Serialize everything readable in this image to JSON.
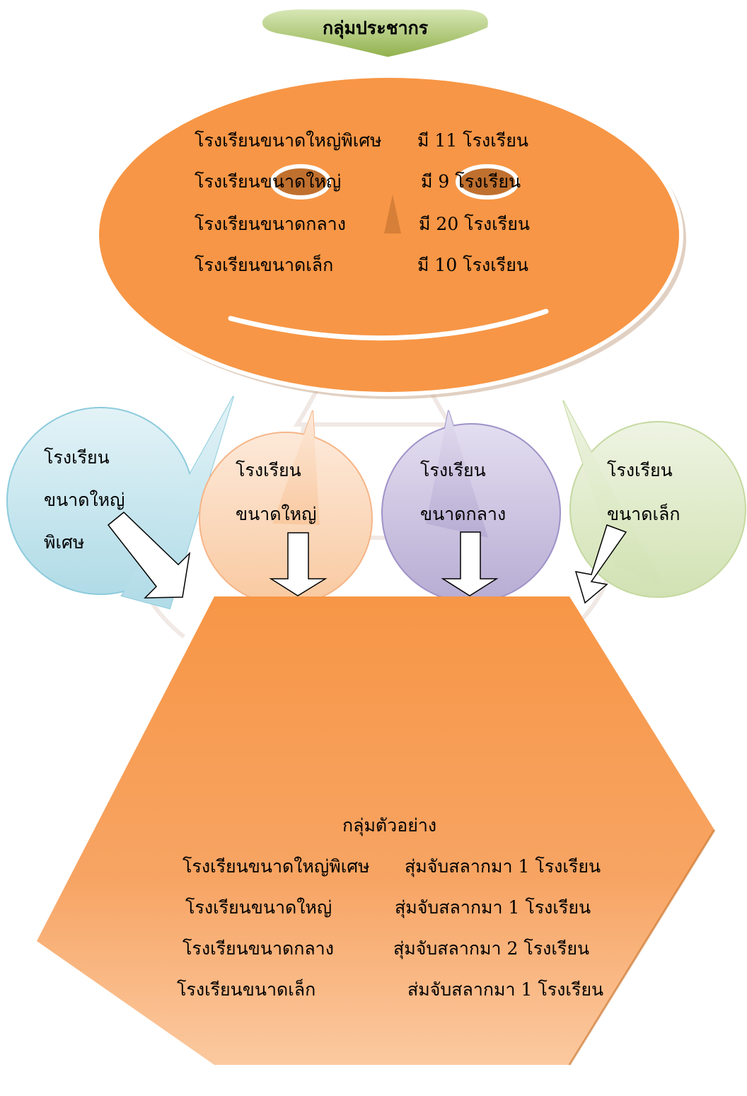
{
  "population": {
    "title": "กลุ่มประชากร",
    "rows": [
      {
        "name": "โรงเรียนขนาดใหญ่พิเศษ",
        "count": "มี 11 โรงเรียน"
      },
      {
        "name": "โรงเรียนขนาดใหญ่",
        "count": "มี  9 โรงเรียน"
      },
      {
        "name": "โรงเรียนขนาดกลาง",
        "count": "มี 20 โรงเรียน"
      },
      {
        "name": "โรงเรียนขนาดเล็ก",
        "count": "มี 10  โรงเรียน"
      }
    ]
  },
  "groups": [
    {
      "lines": [
        "โรงเรียน",
        "ขนาดใหญ่",
        "พิเศษ"
      ],
      "color": "#bde3ec"
    },
    {
      "lines": [
        "โรงเรียน",
        "ขนาดใหญ่"
      ],
      "color": "#fad5b5"
    },
    {
      "lines": [
        "โรงเรียน",
        "ขนาดกลาง"
      ],
      "color": "#c7bfdc"
    },
    {
      "lines": [
        "โรงเรียน",
        "ขนาดเล็ก"
      ],
      "color": "#dde9c5"
    }
  ],
  "sample": {
    "title": "กลุ่มตัวอย่าง",
    "rows": [
      {
        "name": "โรงเรียนขนาดใหญ่พิเศษ",
        "method": "สุ่มจับสลากมา 1 โรงเรียน"
      },
      {
        "name": "โรงเรียนขนาดใหญ่",
        "method": "สุ่มจับสลากมา 1 โรงเรียน"
      },
      {
        "name": "โรงเรียนขนาดกลาง",
        "method": "สุ่มจับสลากมา 2 โรงเรียน"
      },
      {
        "name": "โรงเรียนขนาดเล็ก",
        "method": "ส่มจับสลากมา 1 โรงเรียน"
      }
    ]
  },
  "colors": {
    "orange": "#f79646",
    "dark_orange": "#c0702e",
    "green": "#9bbb59"
  }
}
